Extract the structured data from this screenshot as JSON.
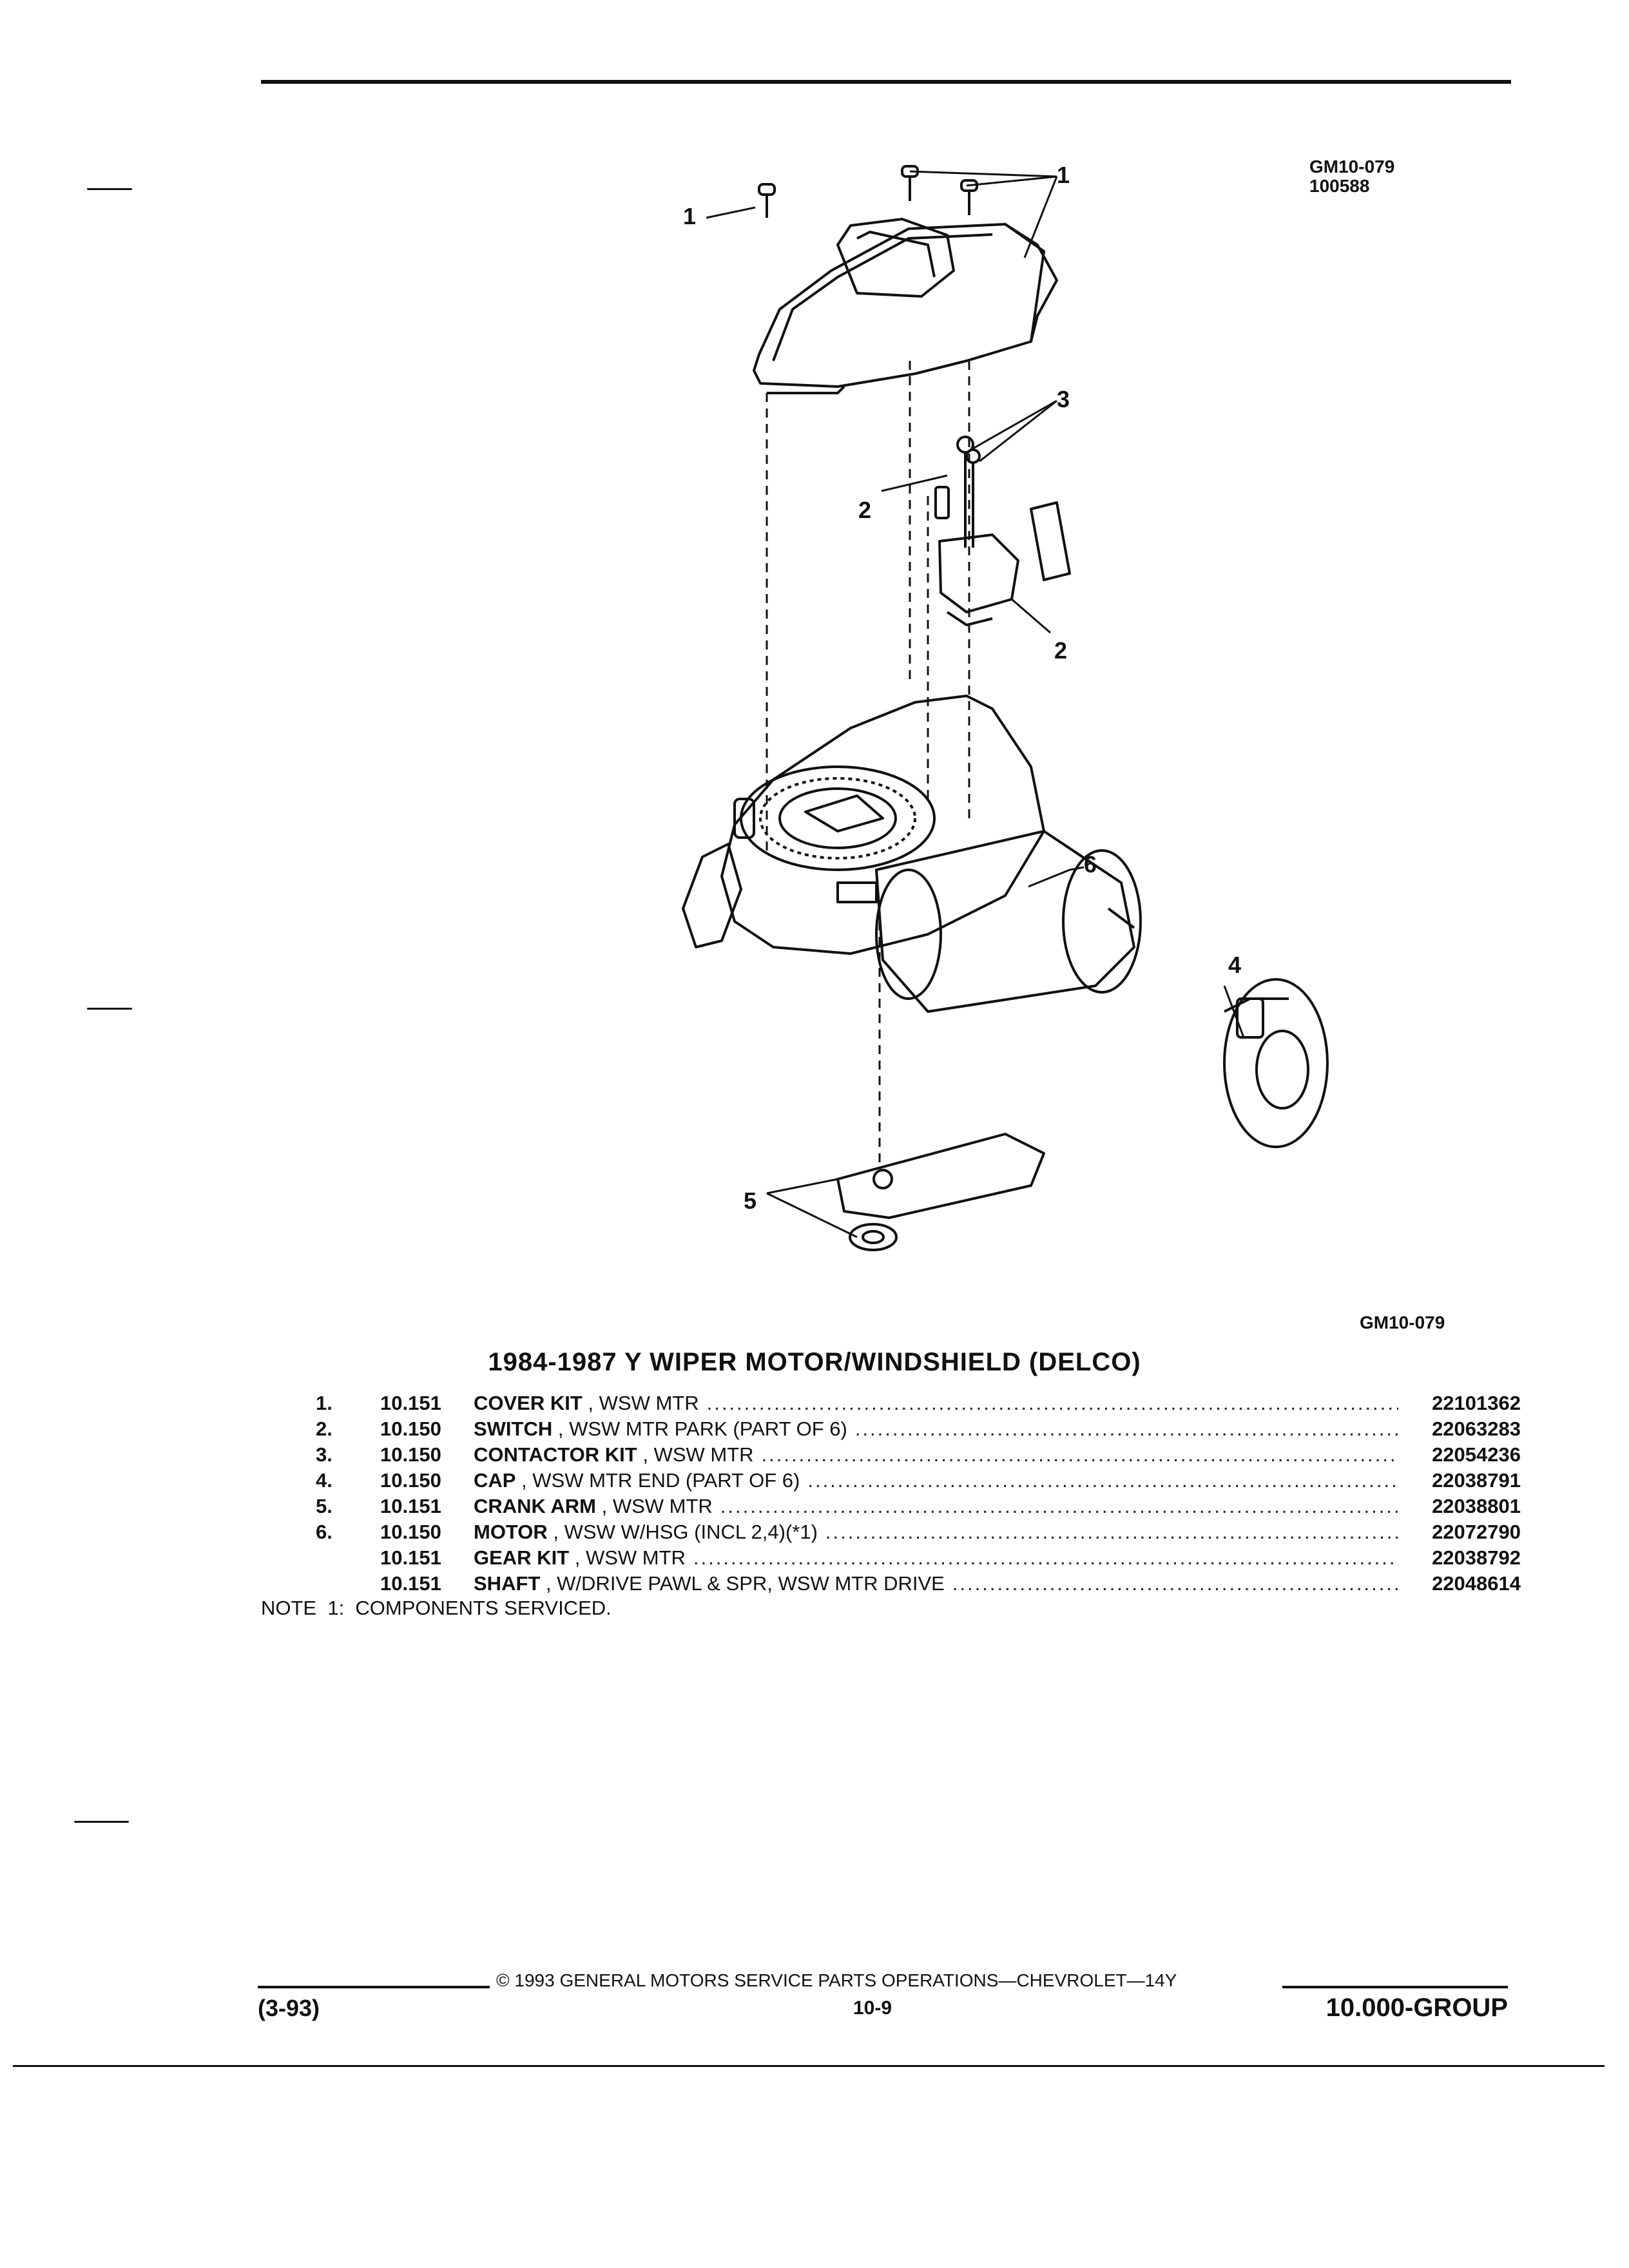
{
  "header": {
    "fig_code": "GM10-079",
    "fig_date": "100588"
  },
  "diagram": {
    "callouts": [
      "1",
      "1",
      "2",
      "2",
      "3",
      "4",
      "5",
      "6"
    ]
  },
  "caption": {
    "fig_code": "GM10-079",
    "title": "1984-1987 Y WIPER MOTOR/WINDSHIELD (DELCO)"
  },
  "parts": [
    {
      "num": "1.",
      "group": "10.151",
      "name": "COVER KIT",
      "desc": " , WSW MTR",
      "part_no": "22101362"
    },
    {
      "num": "2.",
      "group": "10.150",
      "name": "SWITCH",
      "desc": " , WSW MTR PARK (PART OF 6)",
      "part_no": "22063283"
    },
    {
      "num": "3.",
      "group": "10.150",
      "name": "CONTACTOR KIT",
      "desc": " , WSW MTR",
      "part_no": "22054236"
    },
    {
      "num": "4.",
      "group": "10.150",
      "name": "CAP",
      "desc": " , WSW MTR END (PART OF 6)",
      "part_no": "22038791"
    },
    {
      "num": "5.",
      "group": "10.151",
      "name": "CRANK ARM",
      "desc": " , WSW MTR",
      "part_no": "22038801"
    },
    {
      "num": "6.",
      "group": "10.150",
      "name": "MOTOR",
      "desc": " , WSW W/HSG (INCL 2,4)(*1)",
      "part_no": "22072790"
    },
    {
      "num": "",
      "group": "10.151",
      "name": "GEAR KIT",
      "desc": " , WSW MTR",
      "part_no": "22038792"
    },
    {
      "num": "",
      "group": "10.151",
      "name": "SHAFT",
      "desc": " , W/DRIVE PAWL & SPR, WSW MTR DRIVE",
      "part_no": "22048614"
    }
  ],
  "note": "NOTE  1:  COMPONENTS SERVICED.",
  "footer": {
    "copyright": "©  1993  GENERAL MOTORS SERVICE PARTS OPERATIONS—CHEVROLET—14Y",
    "date": "(3-93)",
    "page": "10-9",
    "group": "10.000-GROUP"
  }
}
